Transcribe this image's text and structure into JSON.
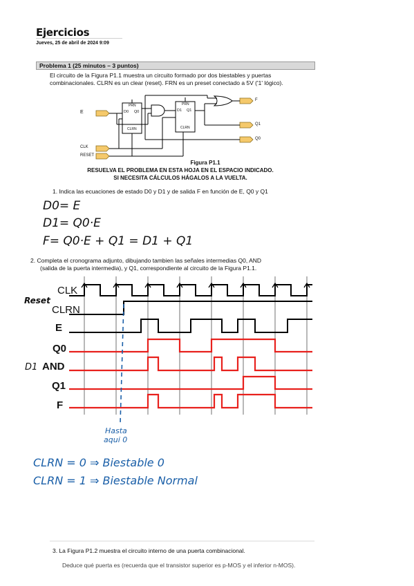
{
  "header": {
    "title": "Ejercicios",
    "date": "Jueves, 25 de abril de 2024   9:09"
  },
  "problem": {
    "title": "Problema 1 (25 minutos – 3 puntos)",
    "intro_line1": "El circuito de la Figura P1.1 muestra un circuito formado por dos biestables y puertas",
    "intro_line2": "combinacionales. CLRN es un clear (reset). FRN es un preset conectado a 5V ('1' lógico).",
    "figure_caption": "Figura P1.1",
    "instruction1": "RESUELVA EL PROBLEMA EN ESTA HOJA EN EL ESPACIO INDICADO.",
    "instruction2": "SI NECESITA CÁLCULOS HÁGALOS A LA VUELTA.",
    "q1": "1.    Indica las ecuaciones de estado D0 y D1 y de salida F en función de E, Q0 y Q1",
    "q2_line1": "2.    Completa el cronograma adjunto, dibujando tambien las señales intermedias Q0, AND",
    "q2_line2": "(salida de la puerta intermedia), y Q1, correspondiente al circuito de la Figura P1.1.",
    "q3_line1": "3.    La Figura P1.2 muestra el circuito interno de una puerta combinacional.",
    "q3_line2": "Deduce qué puerta es (recuerda que el transistor superior es p-MOS y el inferior n-MOS)."
  },
  "circuit": {
    "labels": {
      "E": "E",
      "CLK": "CLK",
      "RESET": "RESET",
      "F": "F",
      "Q1": "Q1",
      "Q0": "Q0",
      "ff0_prn": "PRN",
      "ff0_d": "D0",
      "ff0_q": "Q0",
      "ff0_clrn": "CLRN",
      "ff1_prn": "PRN",
      "ff1_d": "D1",
      "ff1_q": "Q1",
      "ff1_clrn": "CLRN"
    }
  },
  "handwriting": {
    "eq_d0": "D0= E",
    "eq_d1": "D1= Q0·E",
    "eq_f": "F= Q0·E + Q1 = D1 + Q1",
    "reset_note": "Reset",
    "d1_note": "D1",
    "hasta_line1": "Hasta",
    "hasta_line2": "aqui 0",
    "clrn0": "CLRN = 0  ⇒  Biestable 0",
    "clrn1": "CLRN = 1  ⇒  Biestable Normal"
  },
  "timing": {
    "signals": [
      "CLK",
      "CLRN",
      "E",
      "Q0",
      "AND",
      "Q1",
      "F"
    ],
    "given_color": "#000000",
    "answer_color": "#e8201c",
    "marker_color": "#1a5fa8"
  }
}
